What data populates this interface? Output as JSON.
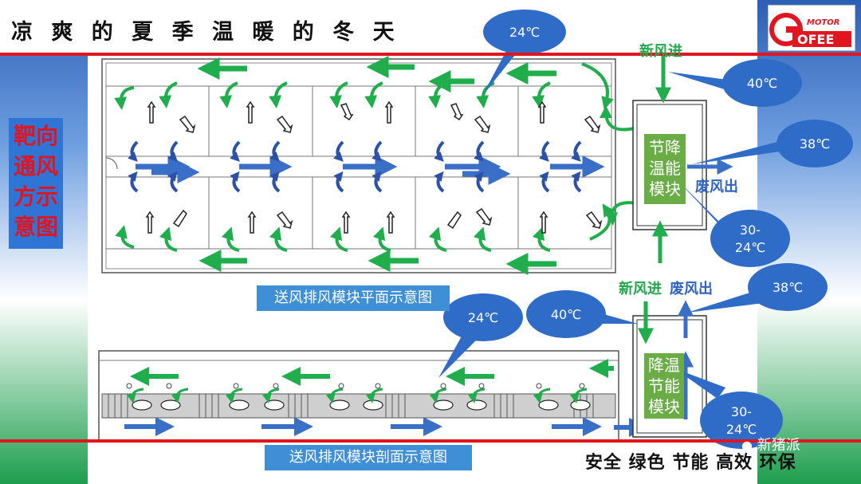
{
  "slide": {
    "title": "凉 爽 的 夏 季 温 暖 的 冬 天",
    "side_title": [
      "靶向",
      "通风",
      "方示",
      "意图"
    ],
    "footer": "安全  绿色  节能  高效  环保",
    "watermark": "新猪派",
    "logo_text": "MOTOR GOFEE"
  },
  "plan_view": {
    "caption": "送风排风模块平面示意图",
    "module_label": [
      "节降",
      "温能",
      "模块"
    ],
    "inlet_label": "新风进",
    "exhaust_label": "废风出",
    "callouts": [
      "24℃",
      "40℃",
      "38℃",
      "30-\n24℃"
    ]
  },
  "section_view": {
    "caption": "送风排风模块剖面示意图",
    "module_label": [
      "降温",
      "节能",
      "模块"
    ],
    "inlet_label": "新风进",
    "exhaust_label": "废风出",
    "callouts": [
      "24℃",
      "40℃",
      "38℃",
      "30-\n24℃"
    ]
  },
  "colors": {
    "accent_red": "#e0151f",
    "arrow_green": "#1fae4b",
    "arrow_blue": "#3a6fc8",
    "callout_blue": "#2f6cc8",
    "module_green": "#6aac46",
    "side_blue": "#2e75d6"
  }
}
